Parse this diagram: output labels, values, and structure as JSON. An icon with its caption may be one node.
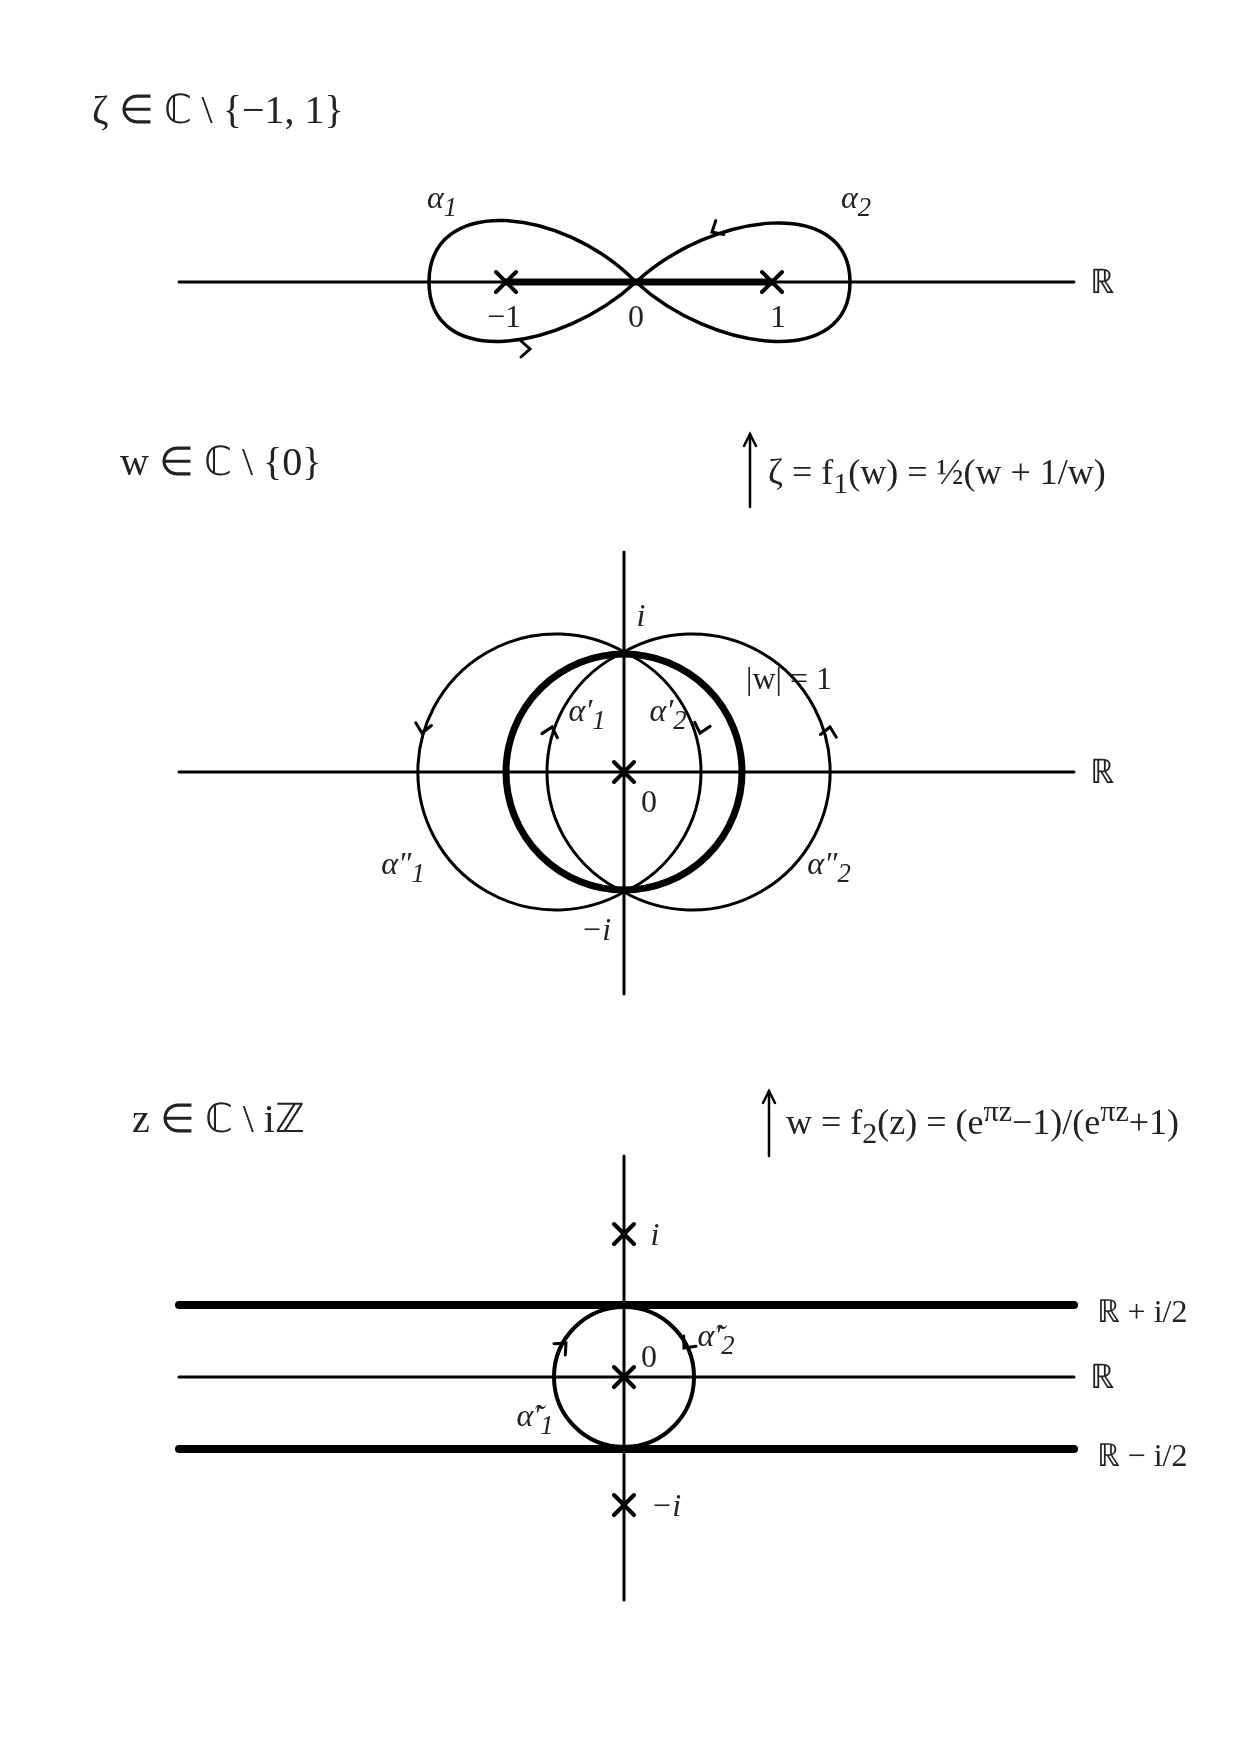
{
  "diagram": {
    "labels": [
      "ζ ∈ ℂ \\ {−1, 1}",
      "α$_{1}$",
      "α$_{2}$",
      "ℝ",
      "−1",
      "0",
      "1",
      "w ∈ ℂ \\ {0}",
      "ζ = f$_{1}$(w) = ½(w + 1/w)",
      "i",
      "|w| = 1",
      "α′$_{1}$",
      "α′$_{2}$",
      "ℝ",
      "0",
      "α″$_{1}$",
      "α″$_{2}$",
      "−i",
      "z ∈ ℂ \\ iℤ",
      "w = f$_{2}$(z) = (e$^{πz}$−1)/(e$^{πz}$+1)",
      "i",
      "ℝ + i/2",
      "0",
      "α̃′$_{2}$",
      "ℝ",
      "α̃′$_{1}$",
      "ℝ − i/2",
      "−i"
    ]
  }
}
